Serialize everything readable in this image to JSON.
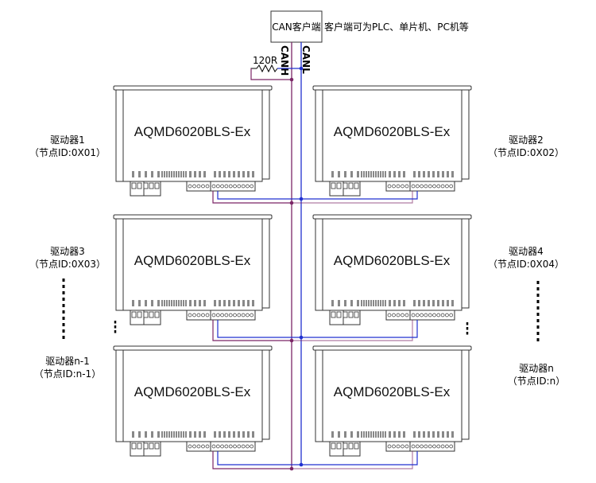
{
  "client": {
    "box_label": "CAN客户端",
    "note": "客户端可为PLC、单片机、PC机等",
    "canh_label": "CANH",
    "canl_label": "CANL",
    "resistor_label": "120R"
  },
  "colors": {
    "canh_wire": "#7b2566",
    "canl_wire": "#2030d0",
    "outline": "#333333"
  },
  "drivers": [
    {
      "model": "AQMD6020BLS-Ex",
      "name": "驱动器1",
      "node": "（节点ID:0X01）"
    },
    {
      "model": "AQMD6020BLS-Ex",
      "name": "驱动器2",
      "node": "（节点ID:0X02）"
    },
    {
      "model": "AQMD6020BLS-Ex",
      "name": "驱动器3",
      "node": "（节点ID:0X03）"
    },
    {
      "model": "AQMD6020BLS-Ex",
      "name": "驱动器4",
      "node": "（节点ID:0X04）"
    },
    {
      "model": "AQMD6020BLS-Ex",
      "name": "驱动器n-1",
      "node": "（节点ID:n-1）"
    },
    {
      "model": "AQMD6020BLS-Ex",
      "name": "驱动器n",
      "node": "（节点ID:n）"
    }
  ]
}
